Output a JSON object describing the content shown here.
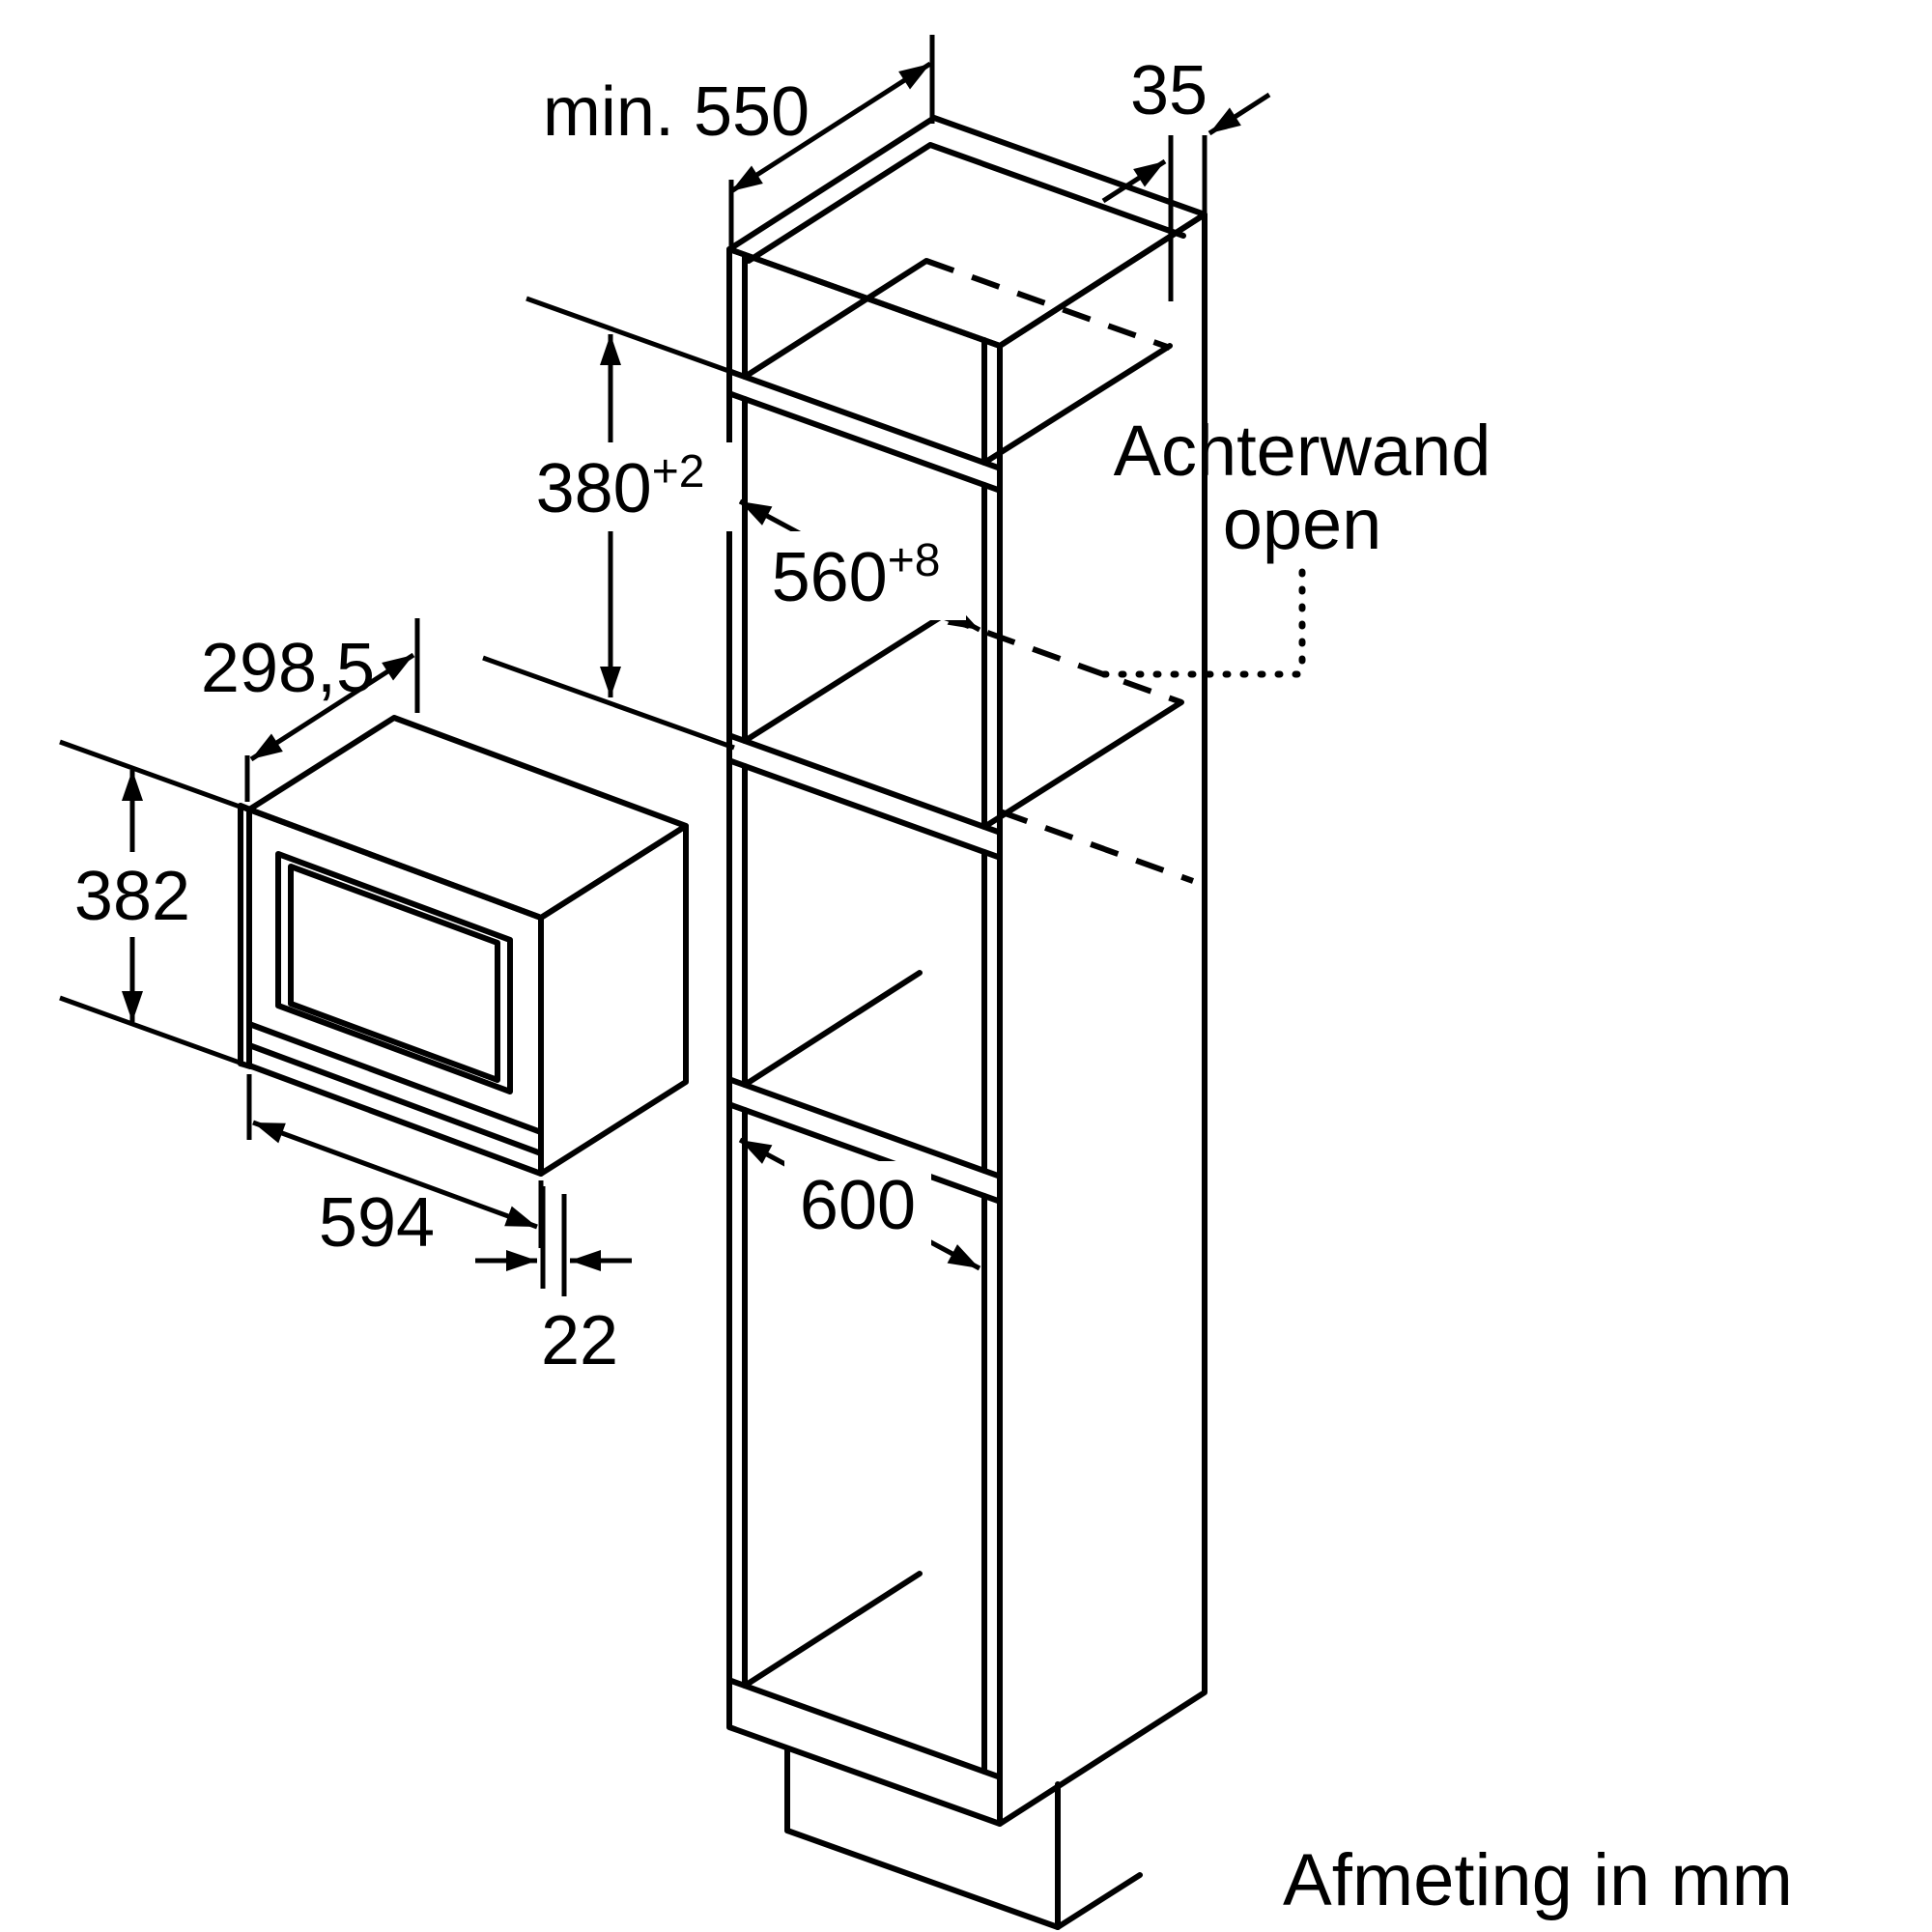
{
  "page": {
    "background": "#ffffff",
    "line_color": "#000000"
  },
  "annotations": {
    "back_panel_note": {
      "line1": "Achterwand",
      "line2": "open"
    },
    "dimensions": {
      "cabinet_depth": "min. 550",
      "rear_gap": "35",
      "niche_height": {
        "value": "380",
        "tolerance": "+2"
      },
      "niche_width": {
        "value": "560",
        "tolerance": "+8"
      },
      "appliance_depth": "298,5",
      "appliance_height": "382",
      "appliance_width": "594",
      "frame_overhang": "22",
      "lower_niche_width": "600"
    }
  },
  "footer": {
    "units_label": "Afmeting in mm"
  }
}
